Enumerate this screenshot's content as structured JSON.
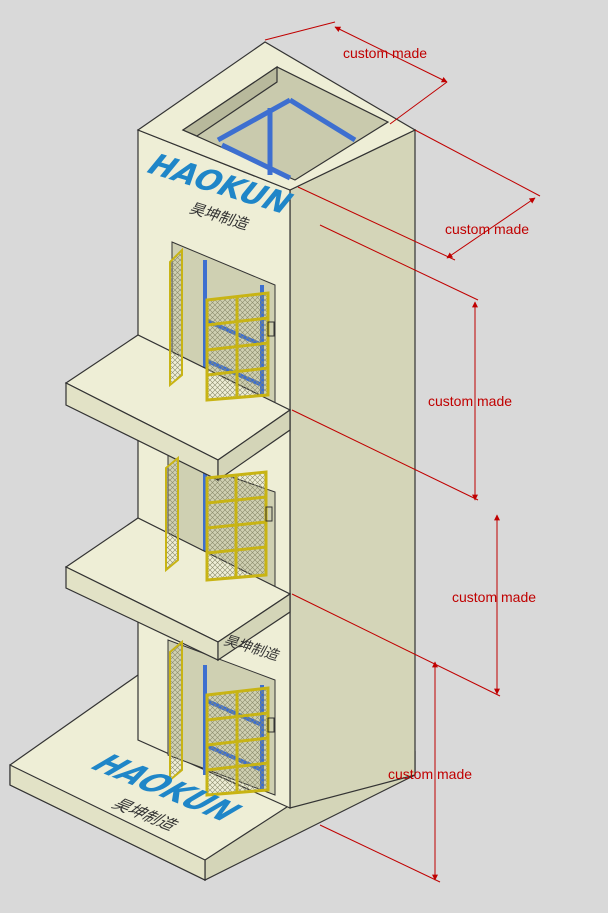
{
  "diagram": {
    "brand": "HAOKUN",
    "brand_subtitle": "昊坤制造",
    "dimensions": [
      {
        "id": "top-depth",
        "label": "custom made"
      },
      {
        "id": "top-width",
        "label": "custom made"
      },
      {
        "id": "floor-3-height",
        "label": "custom made"
      },
      {
        "id": "floor-2-height",
        "label": "custom made"
      },
      {
        "id": "floor-1-height",
        "label": "custom made"
      }
    ],
    "colors": {
      "background": "#d9d9d9",
      "wall_light": "#eeeed6",
      "wall_shade": "#d4d5b8",
      "edge": "#333333",
      "steel": "#3d6fd0",
      "door_frame": "#c8b414",
      "dimension": "#c00000",
      "brand": "#1f86c8"
    }
  }
}
